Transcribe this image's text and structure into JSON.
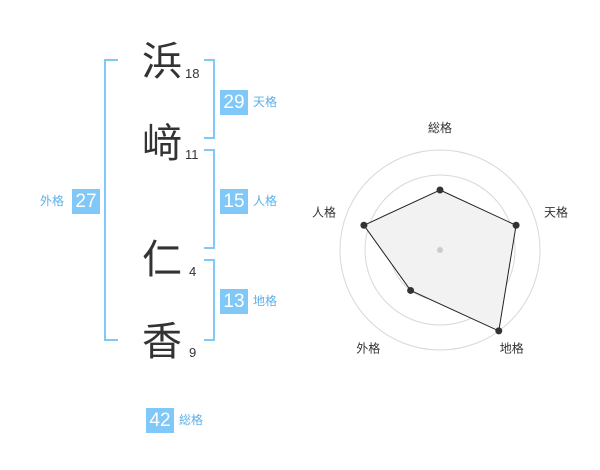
{
  "name": {
    "chars": [
      {
        "char": "浜",
        "strokes": "18"
      },
      {
        "char": "﨑",
        "strokes": "11"
      },
      {
        "char": "仁",
        "strokes": "4"
      },
      {
        "char": "香",
        "strokes": "9"
      }
    ]
  },
  "fortunes": {
    "tenkaku": {
      "value": "29",
      "label": "天格"
    },
    "jinkaku": {
      "value": "15",
      "label": "人格"
    },
    "chikaku": {
      "value": "13",
      "label": "地格"
    },
    "gaikaku": {
      "value": "27",
      "label": "外格"
    },
    "soukaku": {
      "value": "42",
      "label": "総格"
    }
  },
  "colors": {
    "accent": "#7fc8f8",
    "label": "#5cb0ea",
    "text": "#333333"
  },
  "chart_data": {
    "type": "radar",
    "axes": [
      "総格",
      "天格",
      "地格",
      "外格",
      "人格"
    ],
    "values": [
      3,
      4,
      5,
      2.5,
      4
    ],
    "max": 5,
    "rings": 4
  }
}
